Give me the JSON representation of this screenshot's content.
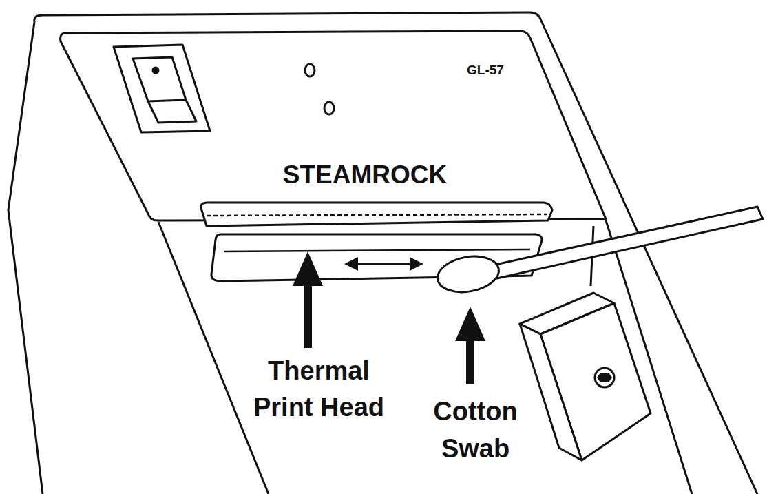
{
  "diagram": {
    "labels": [
      "GL-57",
      "STEAMROCK",
      "Thermal Print Head",
      "Cotton Swab"
    ]
  }
}
